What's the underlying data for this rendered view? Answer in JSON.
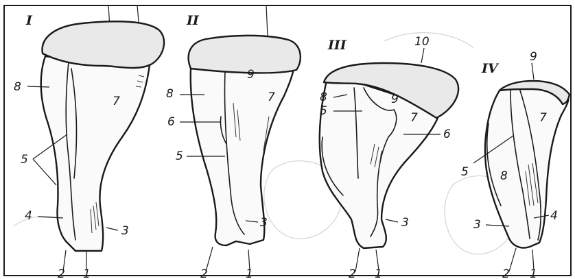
{
  "panels": [
    {
      "numeral": "I",
      "labels": [
        "8",
        "7",
        "5",
        "4",
        "3",
        "2",
        "1"
      ]
    },
    {
      "numeral": "II",
      "labels": [
        "9",
        "8",
        "7",
        "6",
        "5",
        "3",
        "2",
        "1"
      ]
    },
    {
      "numeral": "III",
      "labels": [
        "10",
        "8",
        "9",
        "5",
        "7",
        "6",
        "3",
        "2",
        "1"
      ]
    },
    {
      "numeral": "IV",
      "labels": [
        "9",
        "7",
        "5",
        "8",
        "3",
        "4",
        "2",
        "1"
      ]
    }
  ],
  "colors": {
    "ink": "#1a1a1a",
    "cartilage_fill": "#e9e9e9",
    "background": "#ffffff"
  }
}
